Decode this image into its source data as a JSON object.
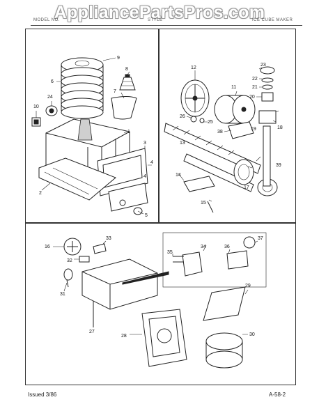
{
  "watermark": "AppliancePartsPros.com",
  "header": {
    "left": "MODEL NO.",
    "center": "STYLE",
    "right": "ICE CUBE MAKER"
  },
  "footer": {
    "issued": "Issued 3/86",
    "page": "A-58-2"
  },
  "callouts": {
    "c1": "1",
    "c2": "2",
    "c3": "3",
    "c4a": "4",
    "c4b": "4",
    "c5": "5",
    "c6": "6",
    "c7": "7",
    "c8": "8",
    "c9": "9",
    "c10": "10",
    "c11": "11",
    "c12": "12",
    "c13": "13",
    "c14": "14",
    "c15": "15",
    "c16": "16",
    "c17": "17",
    "c18": "18",
    "c19": "19",
    "c20": "20",
    "c21": "21",
    "c22": "22",
    "c23": "23",
    "c24": "24",
    "c25": "25",
    "c26": "26",
    "c27": "27",
    "c28": "28",
    "c29": "29",
    "c30": "30",
    "c31": "31",
    "c32": "32",
    "c33": "33",
    "c34": "34",
    "c35": "35",
    "c36": "36",
    "c37": "37",
    "c38": "38",
    "c39": "39"
  }
}
